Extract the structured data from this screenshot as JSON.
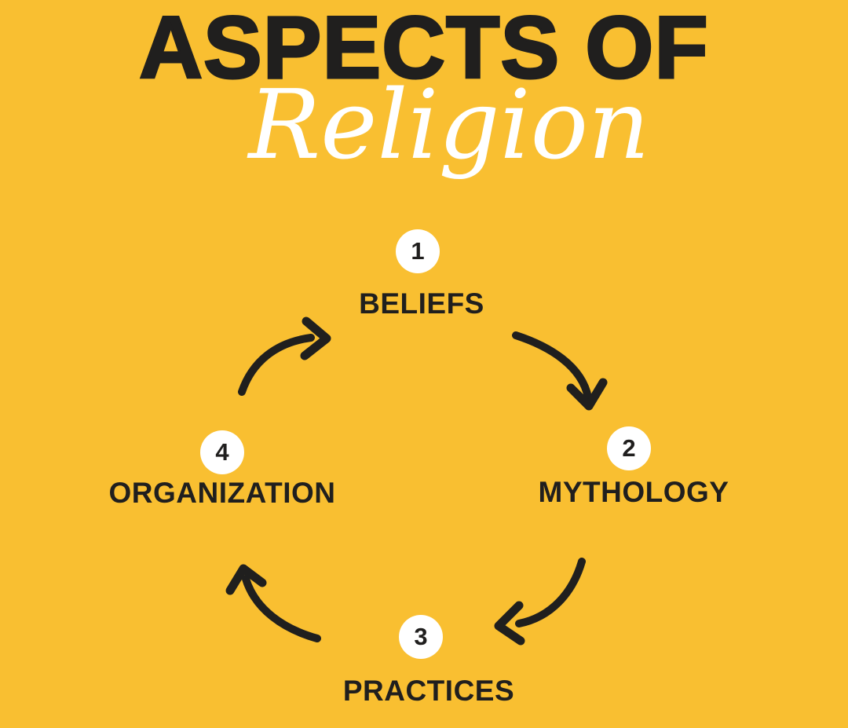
{
  "title": {
    "line1": "ASPECTS OF",
    "line2": "Religion"
  },
  "cycle": {
    "nodes": [
      {
        "number": "1",
        "label": "BELIEFS"
      },
      {
        "number": "2",
        "label": "MYTHOLOGY"
      },
      {
        "number": "3",
        "label": "PRACTICES"
      },
      {
        "number": "4",
        "label": "ORGANIZATION"
      }
    ],
    "arrows": [
      "beliefs-to-mythology",
      "mythology-to-practices",
      "practices-to-organization",
      "organization-to-beliefs"
    ]
  },
  "colors": {
    "background": "#F9BF31",
    "text": "#201F1E",
    "script": "#FFFFFF",
    "circle_fill": "#FFFFFF"
  }
}
